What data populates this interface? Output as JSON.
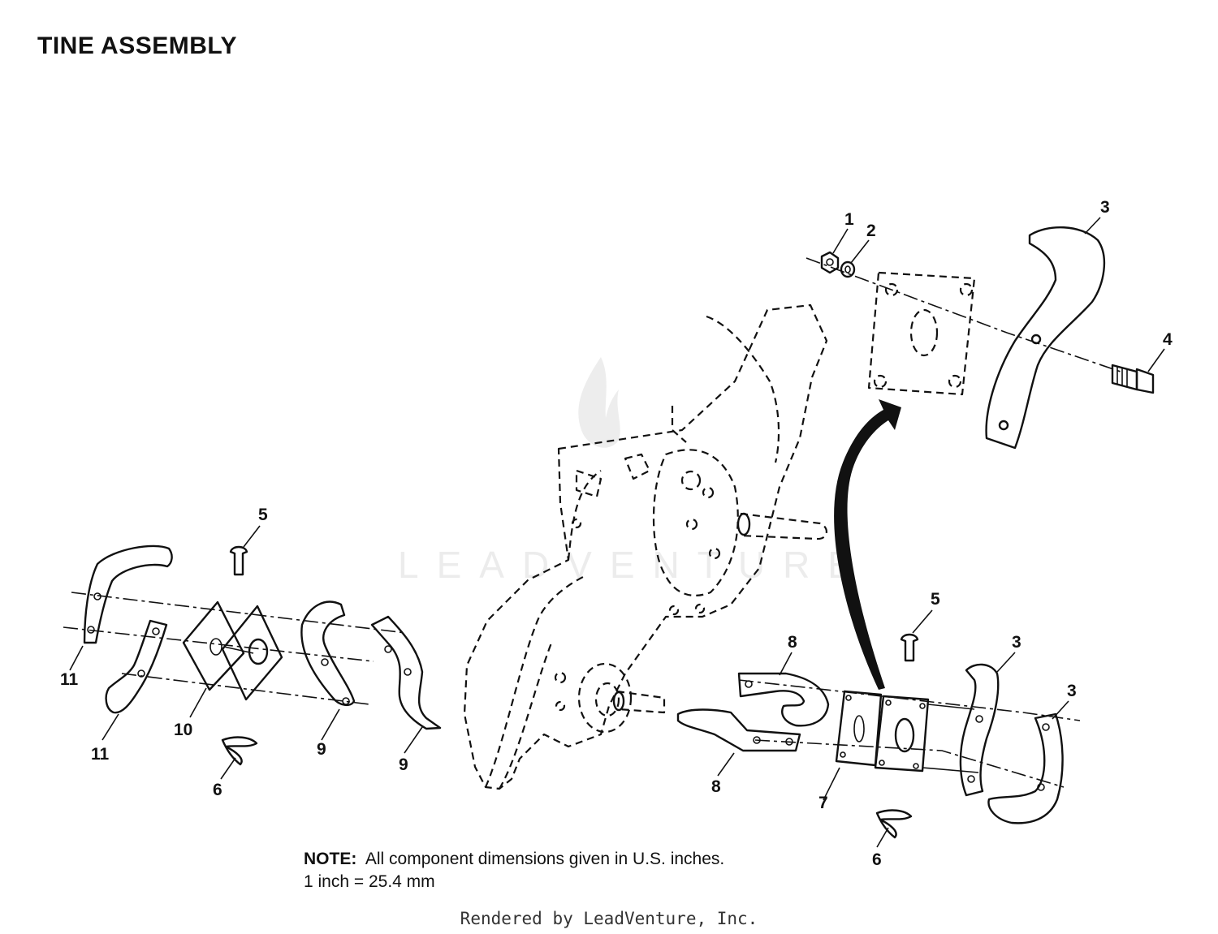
{
  "title": "TINE ASSEMBLY",
  "watermark": "LEADVENTURE",
  "note": {
    "label": "NOTE:",
    "text": "All component dimensions given in U.S. inches.",
    "conversion": "1 inch = 25.4 mm"
  },
  "footer": "Rendered by LeadVenture, Inc.",
  "callouts": {
    "c1": "1",
    "c2": "2",
    "c3a": "3",
    "c4": "4",
    "c5a": "5",
    "c11a": "11",
    "c11b": "11",
    "c10": "10",
    "c6a": "6",
    "c9a": "9",
    "c9b": "9",
    "c5b": "5",
    "c8a": "8",
    "c8b": "8",
    "c3b": "3",
    "c3c": "3",
    "c7": "7",
    "c6b": "6"
  }
}
